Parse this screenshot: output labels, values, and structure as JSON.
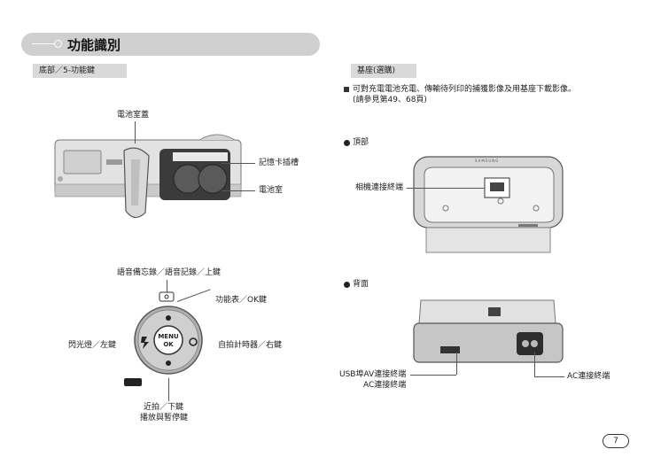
{
  "header": {
    "title": "功能識別"
  },
  "left": {
    "section_label": "底部／5-功能鍵",
    "labels": {
      "battery_cover": "電池室蓋",
      "card_slot": "記憶卡插槽",
      "battery_chamber": "電池室",
      "voice_button": "語音備忘錄／語音記錄／上鍵",
      "menu_ok": "功能表／OK鍵",
      "flash_left": "閃光燈／左鍵",
      "timer_right": "自拍計時器／右鍵",
      "macro_down": "近拍／下鍵",
      "play_pause": "播放與暫停鍵"
    },
    "dial": {
      "center_top": "MENU",
      "center_bottom": "OK"
    }
  },
  "right": {
    "section_label": "基座(選購)",
    "desc_line1": "可對充電電池充電、傳輸待列印的捕獲影像及用基座下載影像。",
    "desc_line2": "(請參見第49、68頁)",
    "top_heading": "頂部",
    "camera_terminal": "相機連接終端",
    "back_heading": "背面",
    "usb_av": "USB埠AV連接終端",
    "ac_left": "AC連接終端",
    "ac_right": "AC連接終端",
    "dock_brand": "SAMSUNG"
  },
  "page_number": "7"
}
